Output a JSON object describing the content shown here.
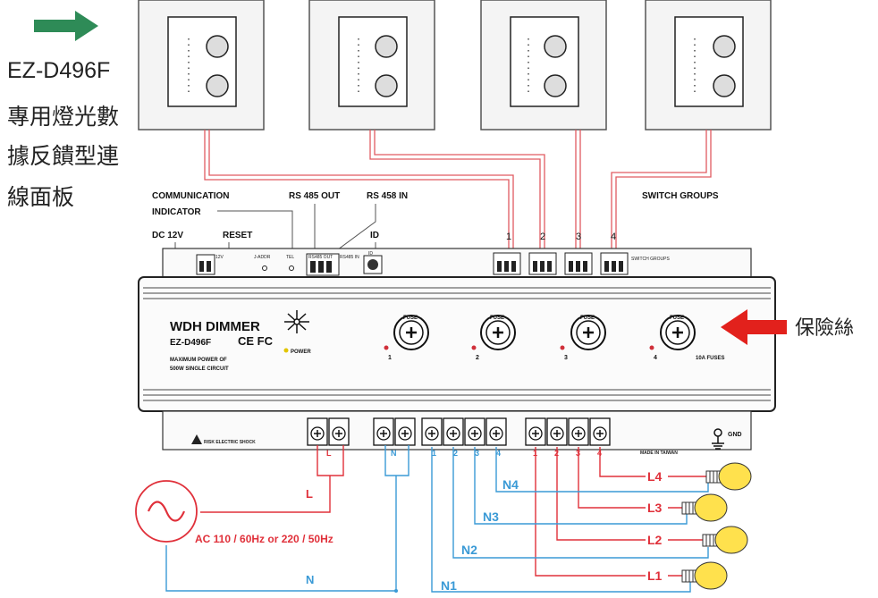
{
  "side_caption": {
    "model": "EZ-D496F",
    "lines": [
      "專用燈光數",
      "據反饋型連",
      "線面板"
    ]
  },
  "right_caption": "保險絲",
  "labels": {
    "communication_1": "COMMUNICATION",
    "communication_2": "INDICATOR",
    "rs485_out": "RS 485 OUT",
    "rs485_in": "RS 458 IN",
    "switch_groups": "SWITCH GROUPS",
    "dc12v": "DC 12V",
    "reset": "RESET",
    "id": "ID",
    "group_numbers": [
      "1",
      "2",
      "3",
      "4"
    ]
  },
  "device": {
    "brand": "WDH DIMMER",
    "model": "EZ-D496F",
    "cert": "CE FC",
    "power": "POWER",
    "max_power_1": "MAXIMUM POWER OF",
    "max_power_2": "500W SINGLE CIRCUIT",
    "fuse_rating": "10A FUSES",
    "channel_numbers": [
      "1",
      "2",
      "3",
      "4"
    ],
    "fuse_caps": [
      "FUSE",
      "FUSE",
      "FUSE",
      "FUSE"
    ],
    "risk_text": "RISK ELECTRIC SHOCK",
    "made_in": "MADE IN TAIWAN",
    "gnd": "GND",
    "terminal_top_labels": [
      "12V",
      "J-ADDR",
      "TEL",
      "RS485 OUT",
      "RS485 IN",
      "ID"
    ]
  },
  "wiring": {
    "ac_label": "AC 110 / 60Hz or 220 / 50Hz",
    "l_label": "L",
    "n_label": "N",
    "terminal_L": "L",
    "terminal_N": "N",
    "n_terms": [
      "1",
      "2",
      "3",
      "4"
    ],
    "l_terms": [
      "1",
      "2",
      "3",
      "4"
    ],
    "loads_L": [
      "L4",
      "L3",
      "L2",
      "L1"
    ],
    "loads_N": [
      "N4",
      "N3",
      "N2",
      "N1"
    ]
  },
  "colors": {
    "red_wire": "#e0303a",
    "blue_wire": "#3a9ad6",
    "green_arrow": "#2e8b57",
    "red_arrow": "#e2211c",
    "bulb": "#ffe14d"
  }
}
